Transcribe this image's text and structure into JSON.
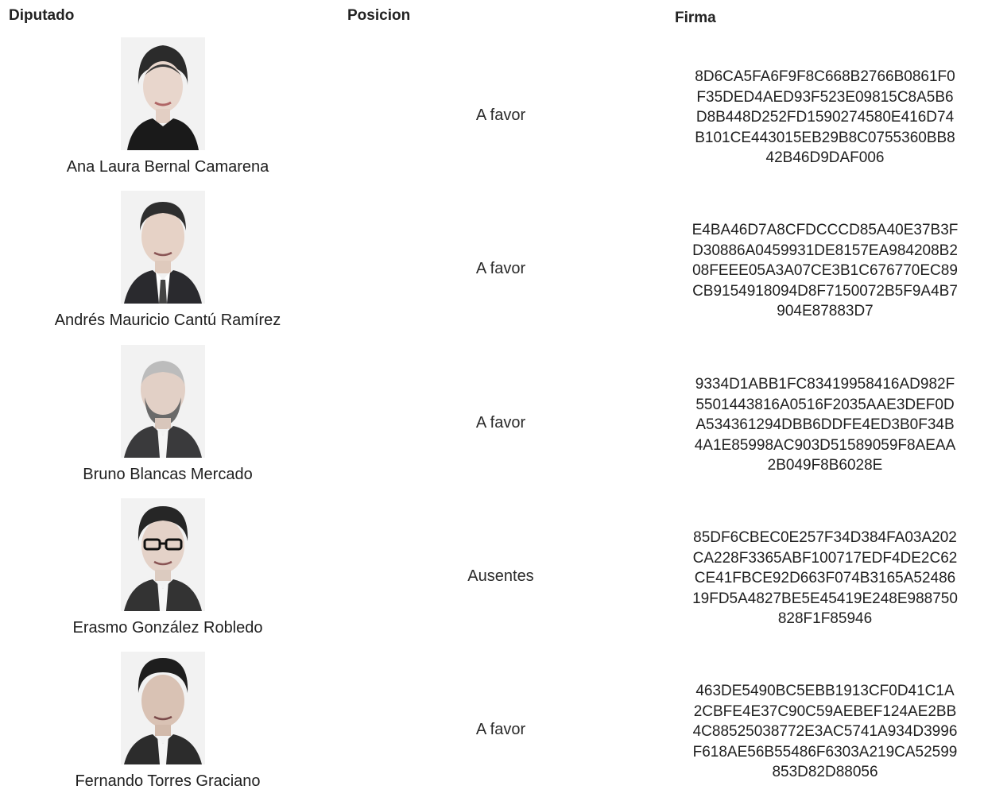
{
  "headers": {
    "diputado": "Diputado",
    "posicion": "Posicion",
    "firma": "Firma"
  },
  "rows": [
    {
      "name": "Ana Laura Bernal Camarena",
      "position": "A favor",
      "signature": [
        "8D6CA5FA6F9F8C668B2766B0861F0",
        "F35DED4AED93F523E09815C8A5B6",
        "D8B448D252FD1590274580E416D74",
        "B101CE443015EB29B8C0755360BB8",
        "42B46D9DAF006"
      ]
    },
    {
      "name": "Andrés Mauricio Cantú Ramírez",
      "position": "A favor",
      "signature": [
        "E4BA46D7A8CFDCCCD85A40E37B3F",
        "D30886A0459931DE8157EA984208B2",
        "08FEEE05A3A07CE3B1C676770EC89",
        "CB9154918094D8F7150072B5F9A4B7",
        "904E87883D7"
      ]
    },
    {
      "name": "Bruno Blancas Mercado",
      "position": "A favor",
      "signature": [
        "9334D1ABB1FC83419958416AD982F",
        "5501443816A0516F2035AAE3DEF0D",
        "A534361294DBB6DDFE4ED3B0F34B",
        "4A1E85998AC903D51589059F8AEAA",
        "2B049F8B6028E"
      ]
    },
    {
      "name": "Erasmo González Robledo",
      "position": "Ausentes",
      "signature": [
        "85DF6CBEC0E257F34D384FA03A202",
        "CA228F3365ABF100717EDF4DE2C62",
        "CE41FBCE92D663F074B3165A52486",
        "19FD5A4827BE5E45419E248E988750",
        "828F1F85946"
      ]
    },
    {
      "name": "Fernando Torres Graciano",
      "position": "A favor",
      "signature": [
        "463DE5490BC5EBB1913CF0D41C1A",
        "2CBFE4E37C90C59AEBEF124AE2BB",
        "4C88525038772E3AC5741A934D3996",
        "F618AE56B55486F6303A219CA52599",
        "853D82D88056"
      ]
    }
  ]
}
